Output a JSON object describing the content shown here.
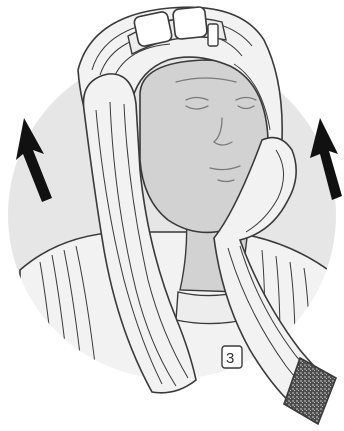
{
  "illustration": {
    "headpiece_label": "3",
    "arrows": [
      "up-arrow-left",
      "up-arrow-right"
    ],
    "colors": {
      "background_disc": "#e6e6e6",
      "face": "#d2d2d2",
      "garment": "#f2f2f2",
      "outline": "#3a3a3a",
      "arrow": "#111111",
      "velcro": "#5a5a5a"
    }
  }
}
